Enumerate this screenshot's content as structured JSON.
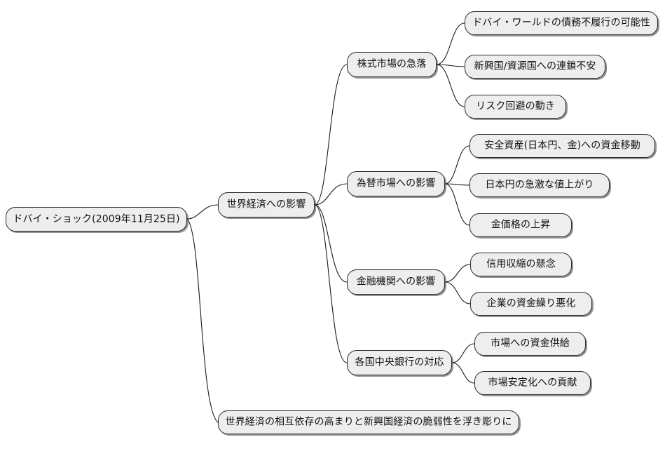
{
  "diagram": {
    "type": "mind-map",
    "orientation": "left-to-right",
    "node_fill": "#eeeeee",
    "node_border": "#2b2b2b",
    "edge_color": "#1a1a1a",
    "background": "#ffffff",
    "root": {
      "id": "root",
      "label": "ドバイ・ショック(2009年11月25日)"
    },
    "nodes": {
      "root": "ドバイ・ショック(2009年11月25日)",
      "global_impact": "世界経済への影響",
      "stock_crash": "株式市場の急落",
      "stock_1": "ドバイ・ワールドの債務不履行の可能性",
      "stock_2": "新興国/資源国への連鎖不安",
      "stock_3": "リスク回避の動き",
      "fx_impact": "為替市場への影響",
      "fx_1": "安全資産(日本円、金)への資金移動",
      "fx_2": "日本円の急激な値上がり",
      "fx_3": "金価格の上昇",
      "bank_impact": "金融機関への影響",
      "bank_1": "信用収縮の懸念",
      "bank_2": "企業の資金繰り悪化",
      "cb_response": "各国中央銀行の対応",
      "cb_1": "市場への資金供給",
      "cb_2": "市場安定化への貢献",
      "conclusion": "世界経済の相互依存の高まりと新興国経済の脆弱性を浮き彫りに"
    },
    "edges": [
      {
        "from": "root",
        "to": "global_impact"
      },
      {
        "from": "root",
        "to": "conclusion"
      },
      {
        "from": "global_impact",
        "to": "stock_crash"
      },
      {
        "from": "global_impact",
        "to": "fx_impact"
      },
      {
        "from": "global_impact",
        "to": "bank_impact"
      },
      {
        "from": "global_impact",
        "to": "cb_response"
      },
      {
        "from": "stock_crash",
        "to": "stock_1"
      },
      {
        "from": "stock_crash",
        "to": "stock_2"
      },
      {
        "from": "stock_crash",
        "to": "stock_3"
      },
      {
        "from": "fx_impact",
        "to": "fx_1"
      },
      {
        "from": "fx_impact",
        "to": "fx_2"
      },
      {
        "from": "fx_impact",
        "to": "fx_3"
      },
      {
        "from": "bank_impact",
        "to": "bank_1"
      },
      {
        "from": "bank_impact",
        "to": "bank_2"
      },
      {
        "from": "cb_response",
        "to": "cb_1"
      },
      {
        "from": "cb_response",
        "to": "cb_2"
      }
    ]
  }
}
